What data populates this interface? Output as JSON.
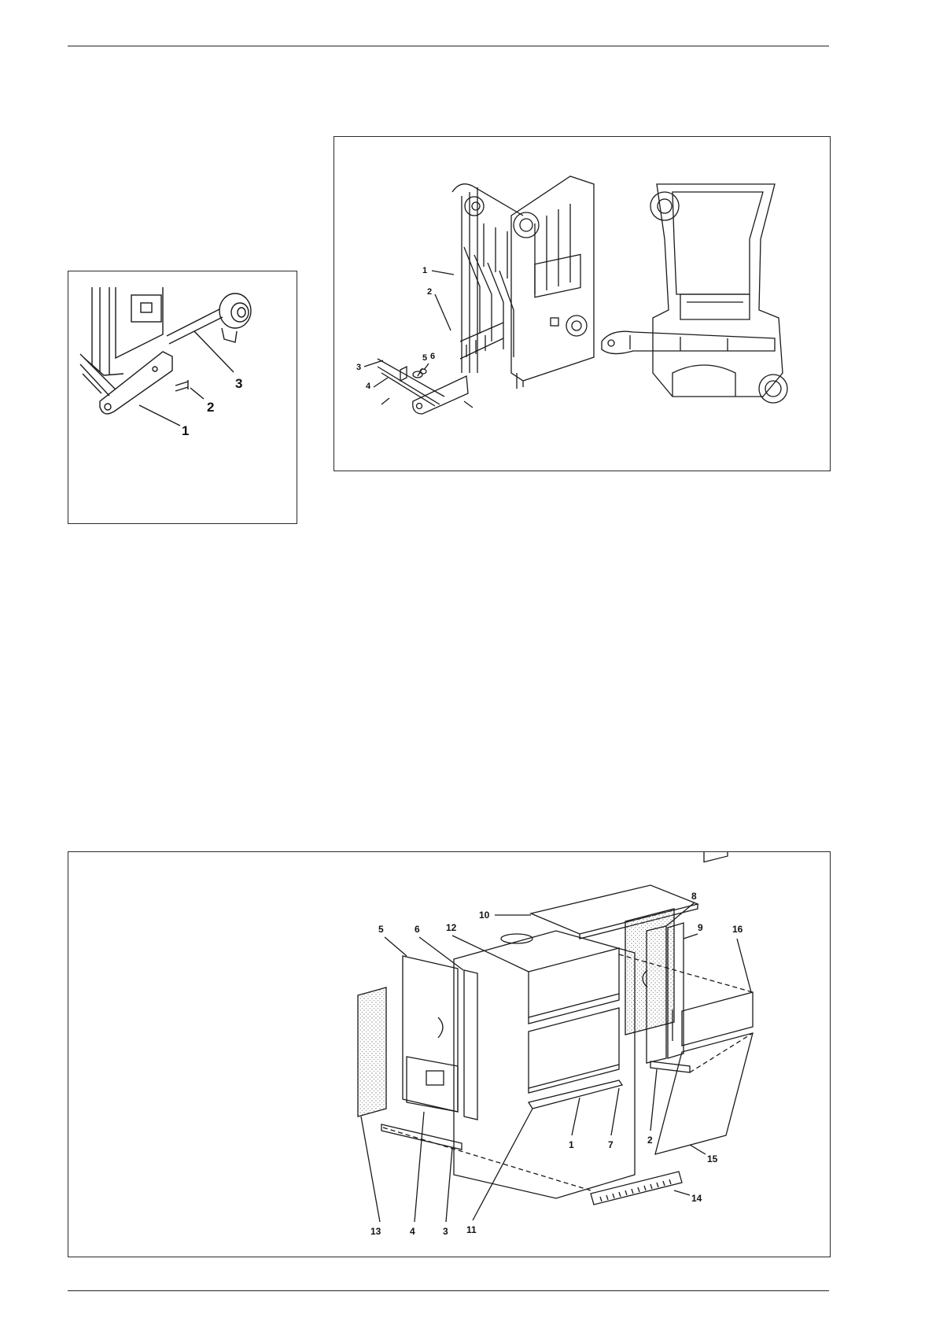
{
  "figures": {
    "detail_small": {
      "labels": [
        "1",
        "2",
        "3"
      ]
    },
    "assembly_top": {
      "labels": [
        "1",
        "2",
        "3",
        "4",
        "5",
        "6"
      ]
    },
    "exploded_casing": {
      "labels": [
        "1",
        "2",
        "3",
        "4",
        "5",
        "6",
        "7",
        "8",
        "9",
        "10",
        "11",
        "12",
        "13",
        "14",
        "15",
        "16"
      ]
    }
  },
  "colors": {
    "line": "#1a1a1a",
    "stipple": "#9a9a9a",
    "frame": "#2a2a2a"
  }
}
